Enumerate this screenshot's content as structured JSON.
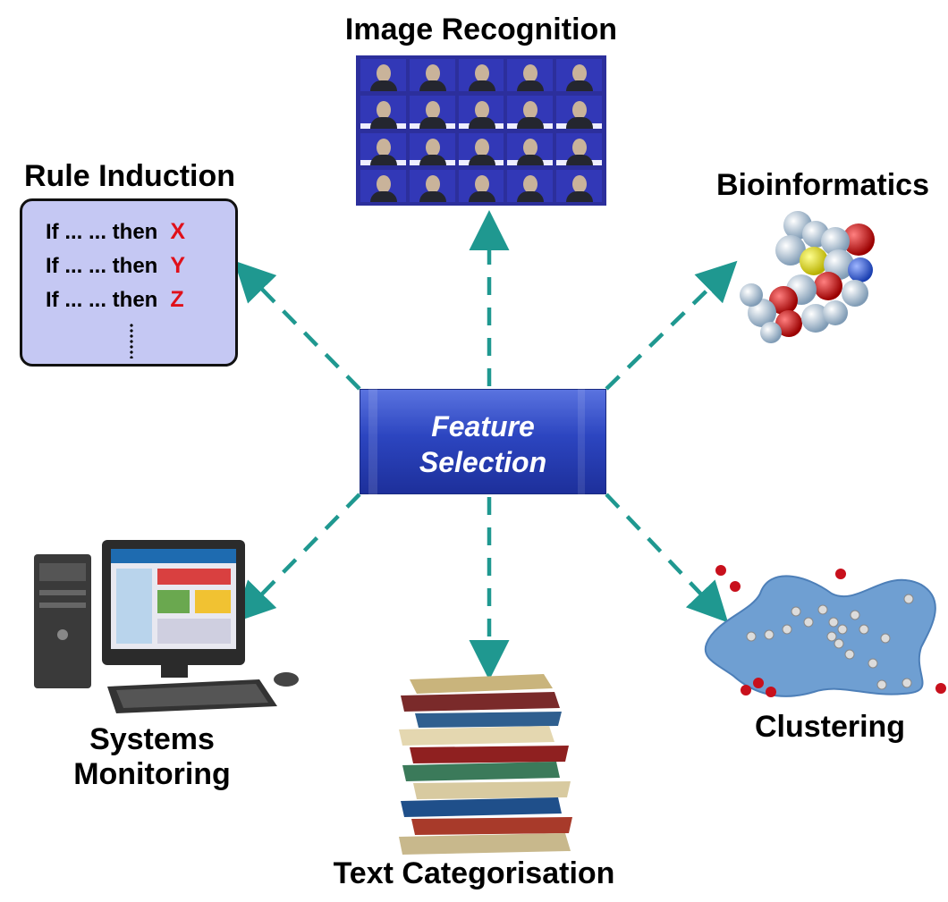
{
  "center": {
    "line1": "Feature",
    "line2": "Selection"
  },
  "nodes": {
    "image_recognition": "Image Recognition",
    "rule_induction": "Rule Induction",
    "bioinformatics": "Bioinformatics",
    "systems_monitoring": {
      "line1": "Systems",
      "line2": "Monitoring"
    },
    "text_categorisation": "Text Categorisation",
    "clustering": "Clustering"
  },
  "rules": [
    {
      "text": "If ... ... then",
      "cls": "X"
    },
    {
      "text": "If ... ... then",
      "cls": "Y"
    },
    {
      "text": "If ... ... then",
      "cls": "Z"
    }
  ],
  "colors": {
    "arrow": "#1f9890",
    "center_box": "#2c45c0",
    "rule_box": "#c5c8f3",
    "rule_class": "#e0101a",
    "cluster_blob": "#6f9fd2",
    "outlier_dot": "#c8101c"
  }
}
